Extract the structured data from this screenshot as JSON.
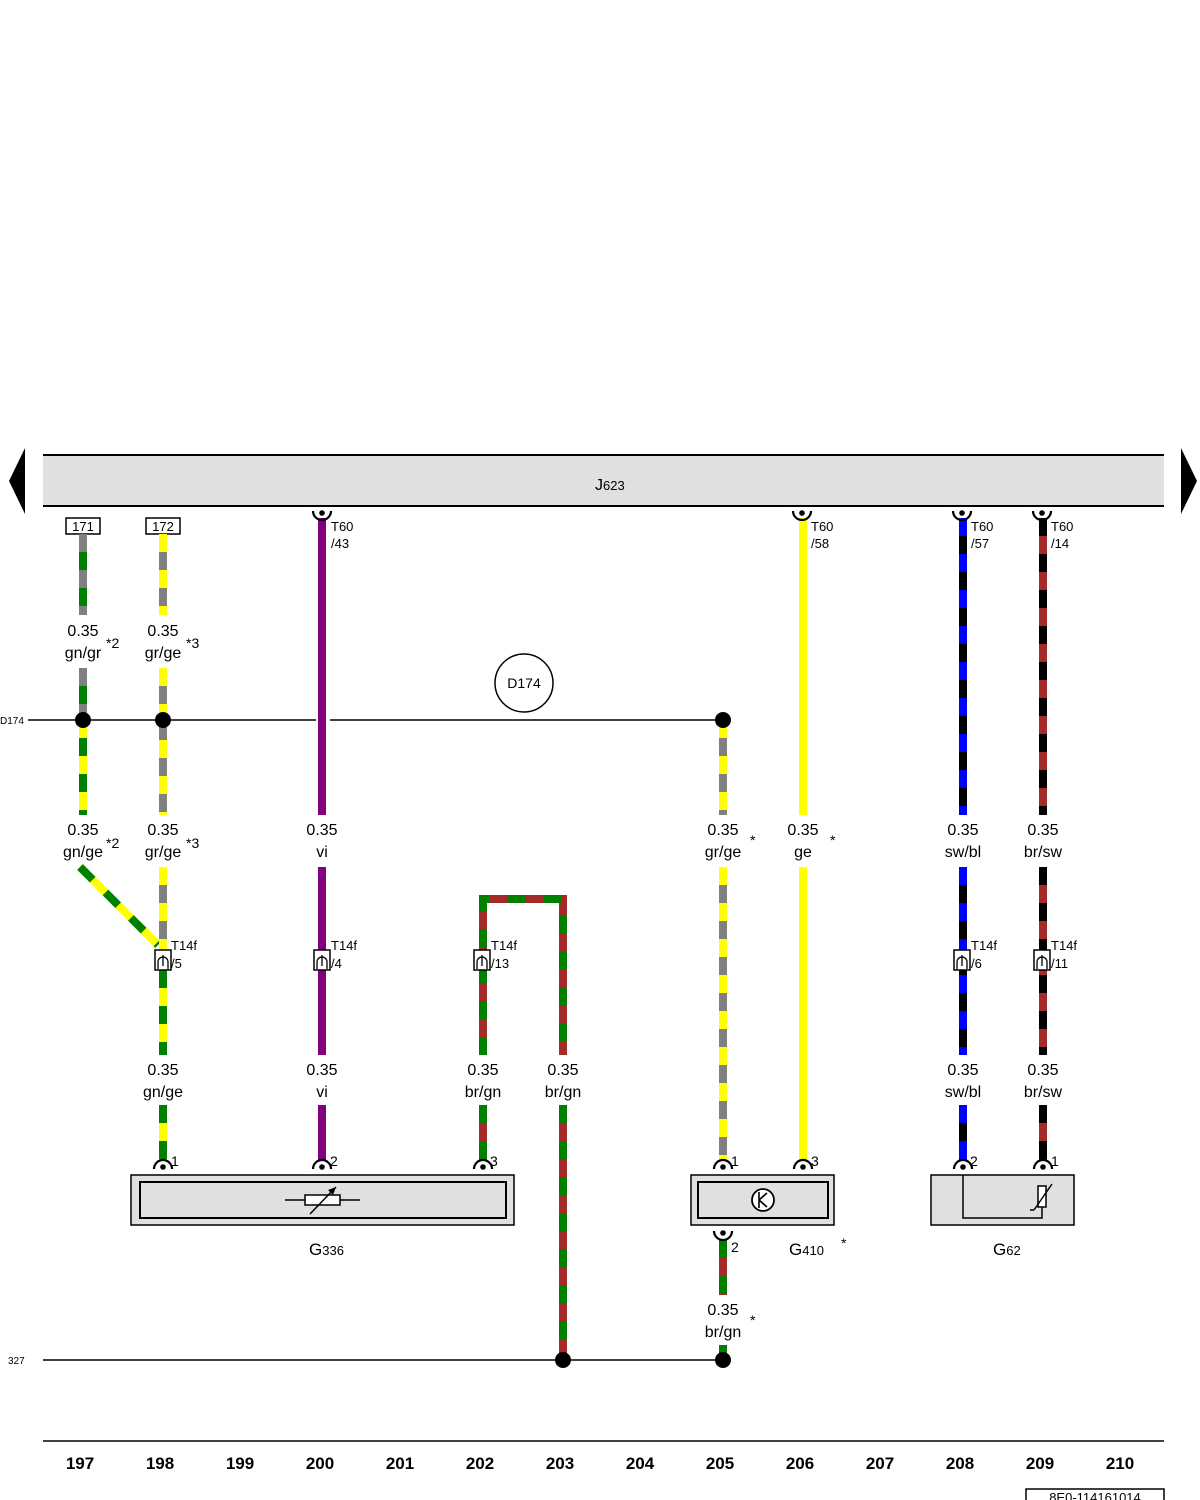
{
  "ecu": {
    "letter": "J",
    "sub": "623"
  },
  "ground_circle": "D174",
  "bus_left_labels": {
    "d174": "D174",
    "ground": "327"
  },
  "refs": [
    {
      "id": "ref171",
      "label": "171"
    },
    {
      "id": "ref172",
      "label": "172"
    }
  ],
  "colors": {
    "gn": "#008000",
    "ge": "#ffff00",
    "gr": "#808080",
    "vi": "#800080",
    "br": "#a52a2a",
    "bl": "#0000ff",
    "sw": "#000000",
    "box": "#e0e0e0"
  },
  "ecu_pins": [
    {
      "id": "t60-43",
      "line1": "T60",
      "line2": "/43"
    },
    {
      "id": "t60-58",
      "line1": "T60",
      "line2": "/58"
    },
    {
      "id": "t60-57",
      "line1": "T60",
      "line2": "/57"
    },
    {
      "id": "t60-14",
      "line1": "T60",
      "line2": "/14"
    }
  ],
  "connectors": [
    {
      "id": "t14f-5",
      "line1": "T14f",
      "line2": "/5"
    },
    {
      "id": "t14f-4",
      "line1": "T14f",
      "line2": "/4"
    },
    {
      "id": "t14f-13",
      "line1": "T14f",
      "line2": "/13"
    },
    {
      "id": "t14f-6",
      "line1": "T14f",
      "line2": "/6"
    },
    {
      "id": "t14f-11",
      "line1": "T14f",
      "line2": "/11"
    }
  ],
  "wire_labels": [
    {
      "id": "w1",
      "size": "0.35",
      "color": "gn/gr",
      "note": "*2"
    },
    {
      "id": "w2",
      "size": "0.35",
      "color": "gr/ge",
      "note": "*3"
    },
    {
      "id": "w3",
      "size": "0.35",
      "color": "gn/ge",
      "note": "*2"
    },
    {
      "id": "w4",
      "size": "0.35",
      "color": "gr/ge",
      "note": "*3"
    },
    {
      "id": "w5",
      "size": "0.35",
      "color": "vi",
      "note": ""
    },
    {
      "id": "w6",
      "size": "0.35",
      "color": "gr/ge",
      "note": "*"
    },
    {
      "id": "w7",
      "size": "0.35",
      "color": "ge",
      "note": "*"
    },
    {
      "id": "w8",
      "size": "0.35",
      "color": "sw/bl",
      "note": ""
    },
    {
      "id": "w9",
      "size": "0.35",
      "color": "br/sw",
      "note": ""
    },
    {
      "id": "w10",
      "size": "0.35",
      "color": "gn/ge",
      "note": ""
    },
    {
      "id": "w11",
      "size": "0.35",
      "color": "vi",
      "note": ""
    },
    {
      "id": "w12",
      "size": "0.35",
      "color": "br/gn",
      "note": ""
    },
    {
      "id": "w13",
      "size": "0.35",
      "color": "br/gn",
      "note": ""
    },
    {
      "id": "w14",
      "size": "0.35",
      "color": "sw/bl",
      "note": ""
    },
    {
      "id": "w15",
      "size": "0.35",
      "color": "br/sw",
      "note": ""
    },
    {
      "id": "w16",
      "size": "0.35",
      "color": "br/gn",
      "note": "*"
    }
  ],
  "pin_numbers": [
    {
      "id": "g336-1",
      "label": "1"
    },
    {
      "id": "g336-2",
      "label": "2"
    },
    {
      "id": "g336-3",
      "label": "3"
    },
    {
      "id": "g410-1",
      "label": "1"
    },
    {
      "id": "g410-3",
      "label": "3"
    },
    {
      "id": "g410-2",
      "label": "2"
    },
    {
      "id": "g62-2",
      "label": "2"
    },
    {
      "id": "g62-1",
      "label": "1"
    }
  ],
  "components": [
    {
      "id": "g336",
      "letter": "G",
      "sub": "336",
      "note": ""
    },
    {
      "id": "g410",
      "letter": "G",
      "sub": "410",
      "note": "*"
    },
    {
      "id": "g62",
      "letter": "G",
      "sub": "62",
      "note": ""
    }
  ],
  "ruler": [
    "197",
    "198",
    "199",
    "200",
    "201",
    "202",
    "203",
    "204",
    "205",
    "206",
    "207",
    "208",
    "209",
    "210"
  ],
  "doc_id": "8E0-114161014"
}
